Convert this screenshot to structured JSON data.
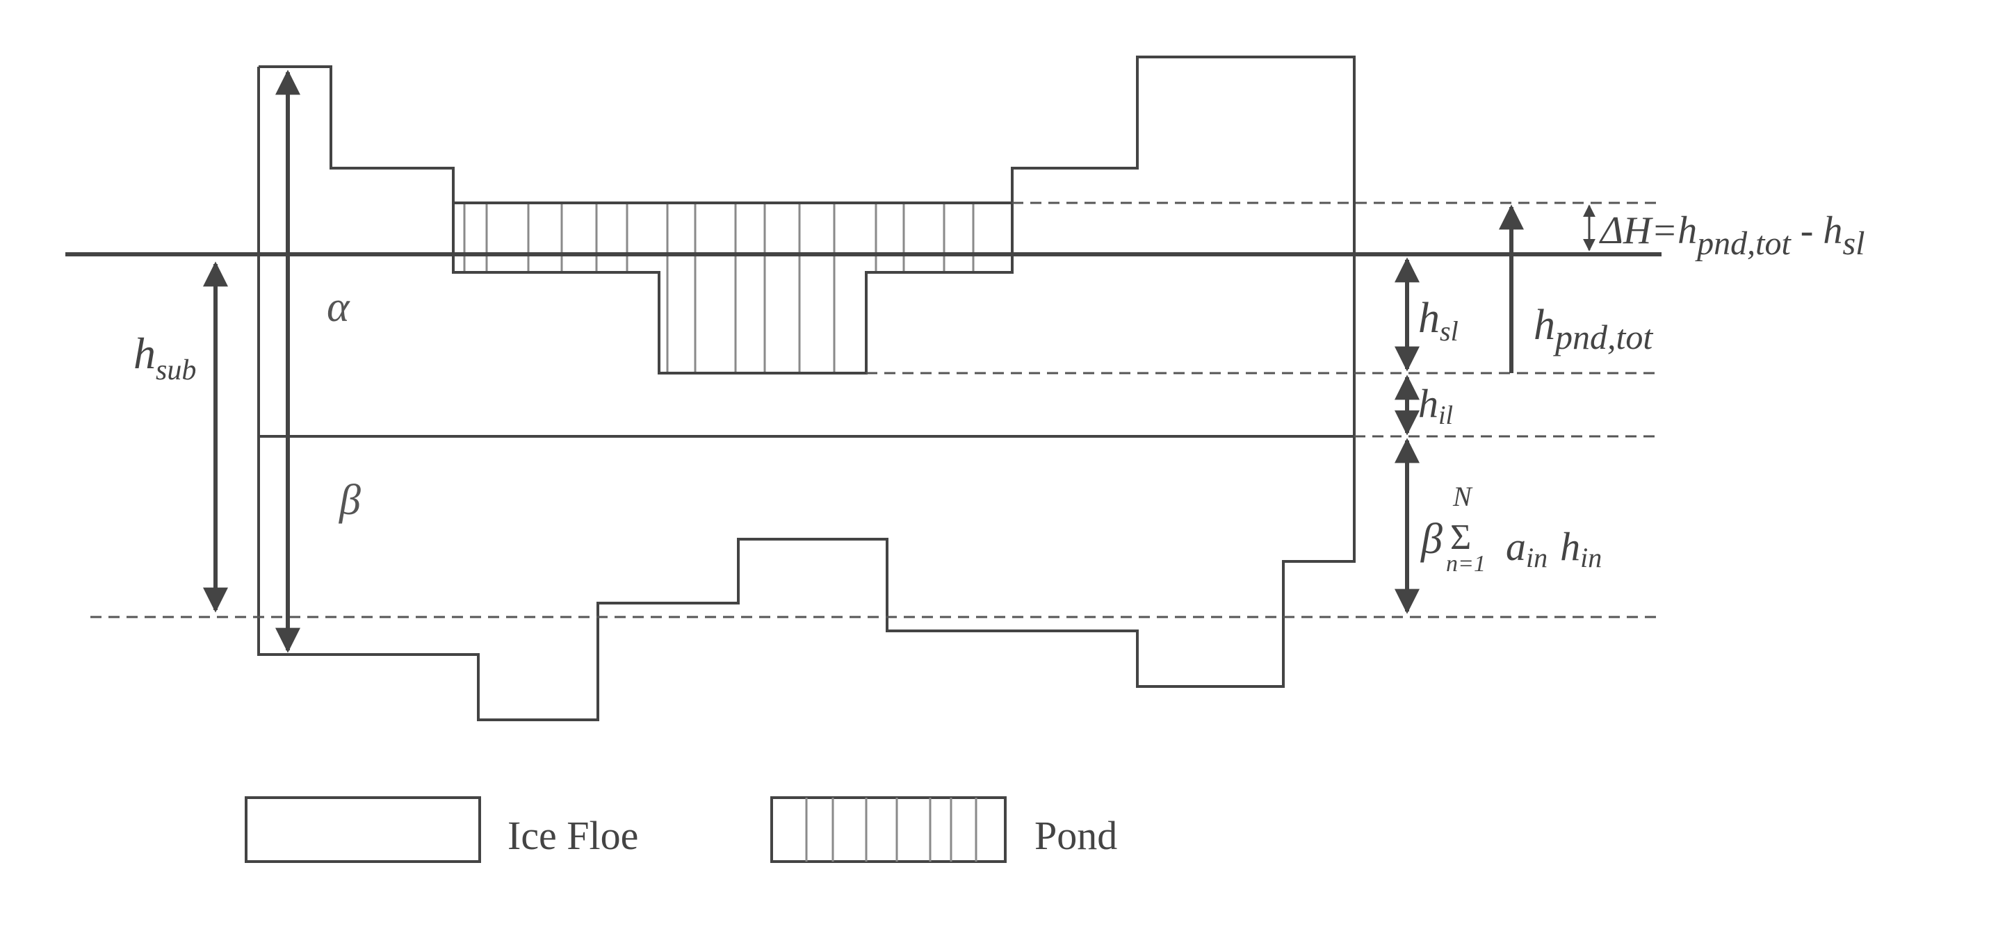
{
  "labels": {
    "alpha": "α",
    "beta": "β",
    "h_sub": {
      "base": "h",
      "sub": "sub"
    },
    "delta_h": {
      "prefix": "ΔH=h",
      "sub1": "pnd,tot",
      "mid": " - h",
      "sub2": "sl"
    },
    "h_sl": {
      "base": "h",
      "sub": "sl"
    },
    "h_pnd_tot": {
      "base": "h",
      "sub": "pnd,tot"
    },
    "h_il": {
      "base": "h",
      "sub": "il"
    },
    "sum": {
      "beta": "β",
      "sigma": "Σ",
      "upper": "N",
      "lower": "n=1",
      "a": "a",
      "a_sub": "in",
      "h": "h",
      "h_sub": "in"
    }
  },
  "legend": {
    "ice_floe": "Ice Floe",
    "pond": "Pond"
  },
  "colors": {
    "stroke": "#444444",
    "dash": "#555555",
    "pond_hatch": "#888888"
  }
}
